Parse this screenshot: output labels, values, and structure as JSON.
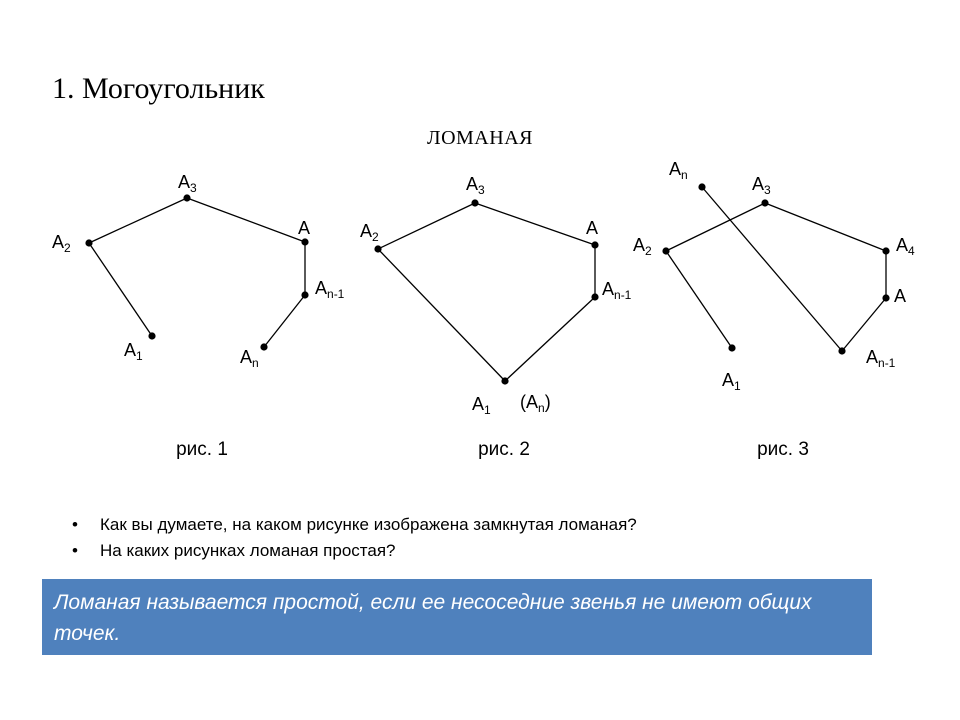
{
  "title": "1. Могоугольник",
  "subtitle": "ЛОМАНАЯ",
  "figures": [
    {
      "caption": "рис. 1",
      "edges": [
        [
          0,
          1
        ],
        [
          1,
          2
        ],
        [
          2,
          3
        ],
        [
          3,
          4
        ],
        [
          4,
          5
        ]
      ],
      "labels": [
        {
          "base": "A",
          "sub": "1"
        },
        {
          "base": "A",
          "sub": "2"
        },
        {
          "base": "A",
          "sub": "3"
        },
        {
          "base": "A",
          "sub": ""
        },
        {
          "base": "A",
          "sub": "n-1"
        },
        {
          "base": "A",
          "sub": "n"
        }
      ]
    },
    {
      "caption": "рис. 2",
      "edges": [
        [
          0,
          1
        ],
        [
          1,
          2
        ],
        [
          2,
          3
        ],
        [
          3,
          4
        ],
        [
          4,
          0
        ]
      ],
      "labels": [
        {
          "base": "A",
          "sub": "1"
        },
        {
          "base": "A",
          "sub": "2"
        },
        {
          "base": "A",
          "sub": "3"
        },
        {
          "base": "A",
          "sub": ""
        },
        {
          "base": "A",
          "sub": "n-1"
        }
      ],
      "extra_label": {
        "open": "(A",
        "sub": "n",
        "close": ")"
      }
    },
    {
      "caption": "рис. 3",
      "edges": [
        [
          0,
          1
        ],
        [
          1,
          2
        ],
        [
          2,
          3
        ],
        [
          3,
          4
        ],
        [
          4,
          5
        ],
        [
          5,
          6
        ]
      ],
      "labels": [
        {
          "base": "A",
          "sub": "1"
        },
        {
          "base": "A",
          "sub": "2"
        },
        {
          "base": "A",
          "sub": "3"
        },
        {
          "base": "A",
          "sub": "4"
        },
        {
          "base": "A",
          "sub": ""
        },
        {
          "base": "A",
          "sub": "n-1"
        },
        {
          "base": "A",
          "sub": "n"
        }
      ]
    }
  ],
  "questions": [
    "Как вы думаете, на каком рисунке изображена замкнутая ломаная?",
    "На каких рисунках ломаная простая?"
  ],
  "bullet": "•",
  "definition": "Ломаная называется простой, если ее несоседние звенья не имеют общих точек.",
  "colors": {
    "definition_bg": "#4f81bd",
    "definition_text": "#ffffff",
    "line": "#000000"
  }
}
